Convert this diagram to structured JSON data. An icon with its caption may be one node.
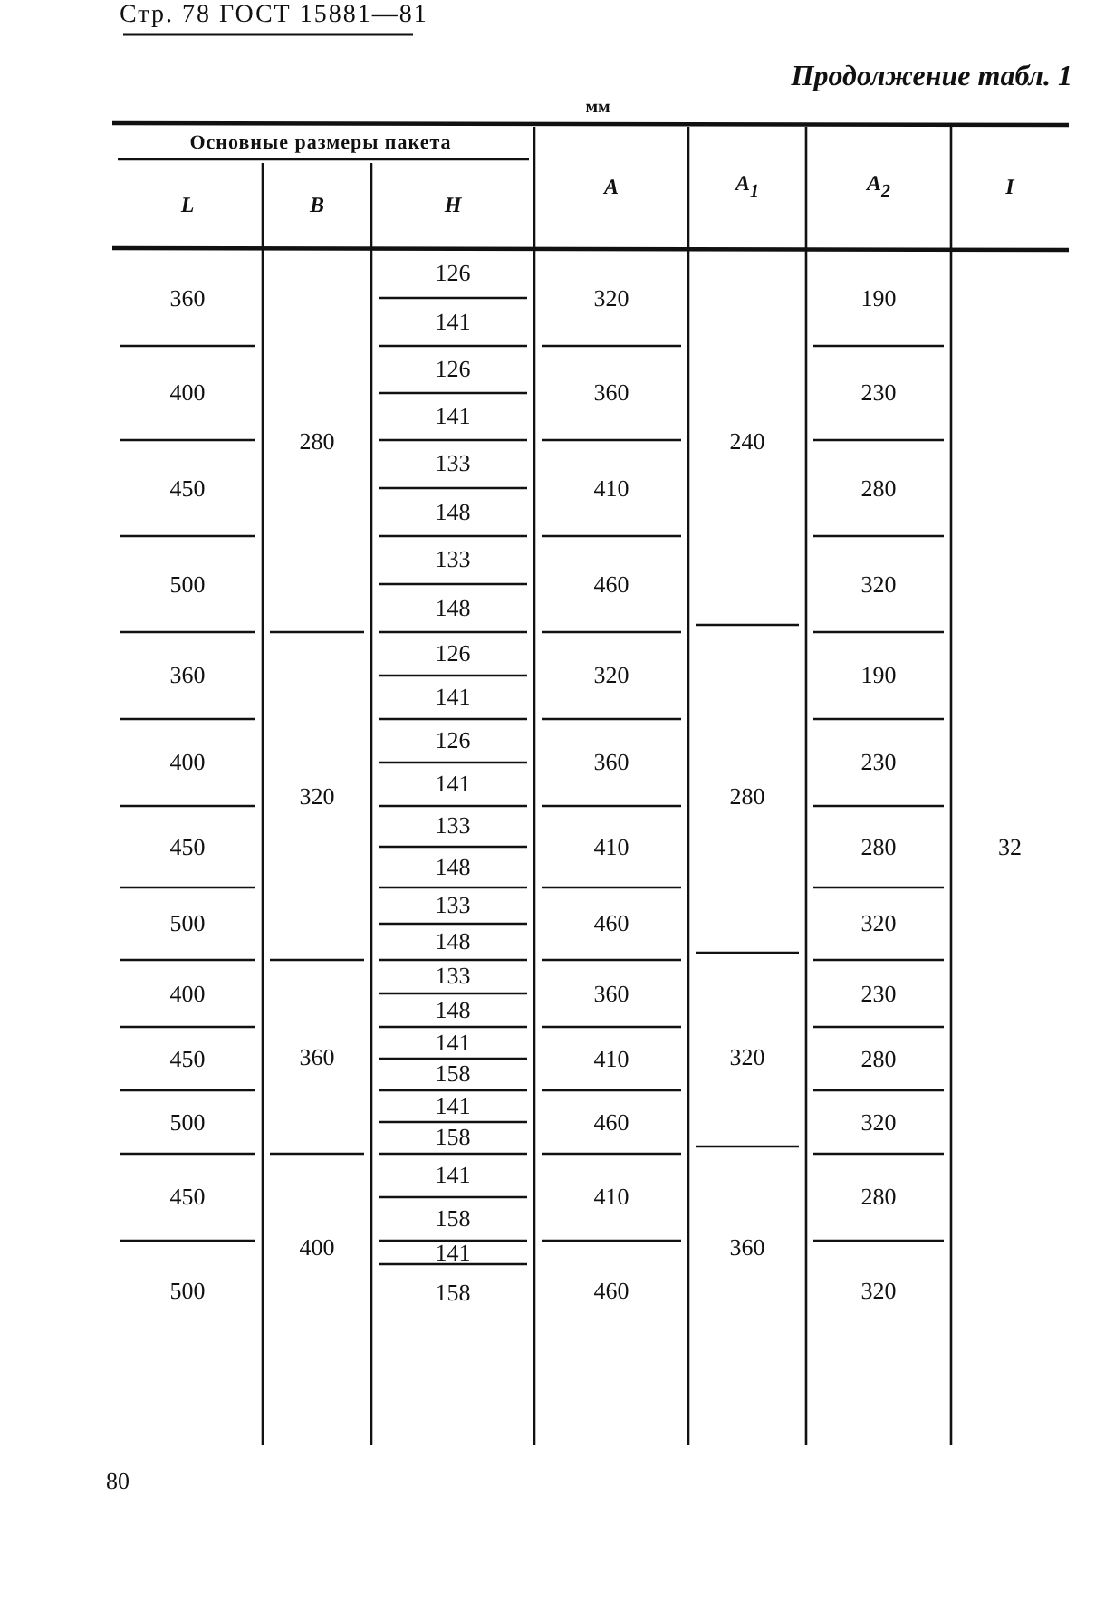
{
  "diagram": {
    "labels": [
      "Стр. 78 ГОСТ 15881—81",
      "Продолжение табл. 1",
      "мм",
      "Основные размеры пакета",
      "L",
      "B",
      "H",
      "A",
      "A$_{1}$",
      "A$_{2}$",
      "I",
      "360",
      "280",
      "126",
      "320",
      "240",
      "190",
      "32",
      "141",
      "400",
      "126",
      "360",
      "230",
      "141",
      "450",
      "133",
      "410",
      "280",
      "148",
      "500",
      "133",
      "460",
      "320",
      "148",
      "360",
      "320",
      "126",
      "320",
      "280",
      "190",
      "141",
      "400",
      "126",
      "360",
      "230",
      "141",
      "450",
      "133",
      "410",
      "280",
      "148",
      "500",
      "133",
      "460",
      "320",
      "148",
      "400",
      "360",
      "133",
      "360",
      "320",
      "230",
      "148",
      "450",
      "141",
      "410",
      "280",
      "158",
      "500",
      "141",
      "460",
      "320",
      "158",
      "450",
      "400",
      "141",
      "410",
      "360",
      "280",
      "158",
      "141",
      "500",
      "158",
      "460",
      "320",
      "80"
    ]
  }
}
